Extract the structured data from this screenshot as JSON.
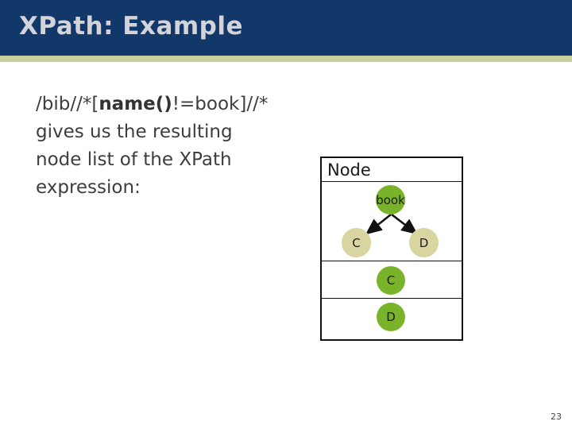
{
  "slide": {
    "title": "XPath: Example",
    "body": {
      "line1_prefix": "/bib//*[",
      "line1_bold": "name()",
      "line1_suffix": "!=book]//*",
      "line2": "gives us the resulting",
      "line3": "node list of the XPath",
      "line4": "expression:"
    },
    "diagram": {
      "header": "Node",
      "tree": {
        "root": "book",
        "children": [
          "C",
          "D"
        ]
      },
      "result_rows": [
        "C",
        "D"
      ]
    },
    "page_number": "23",
    "colors": {
      "header_bg": "#12386a",
      "header_text": "#d3d3dc",
      "divider": "#c9cf9d",
      "body_text": "#3d3d3d",
      "node_green": "#79b32a",
      "node_khaki": "#d8d5a1",
      "table_border": "#111111"
    }
  }
}
